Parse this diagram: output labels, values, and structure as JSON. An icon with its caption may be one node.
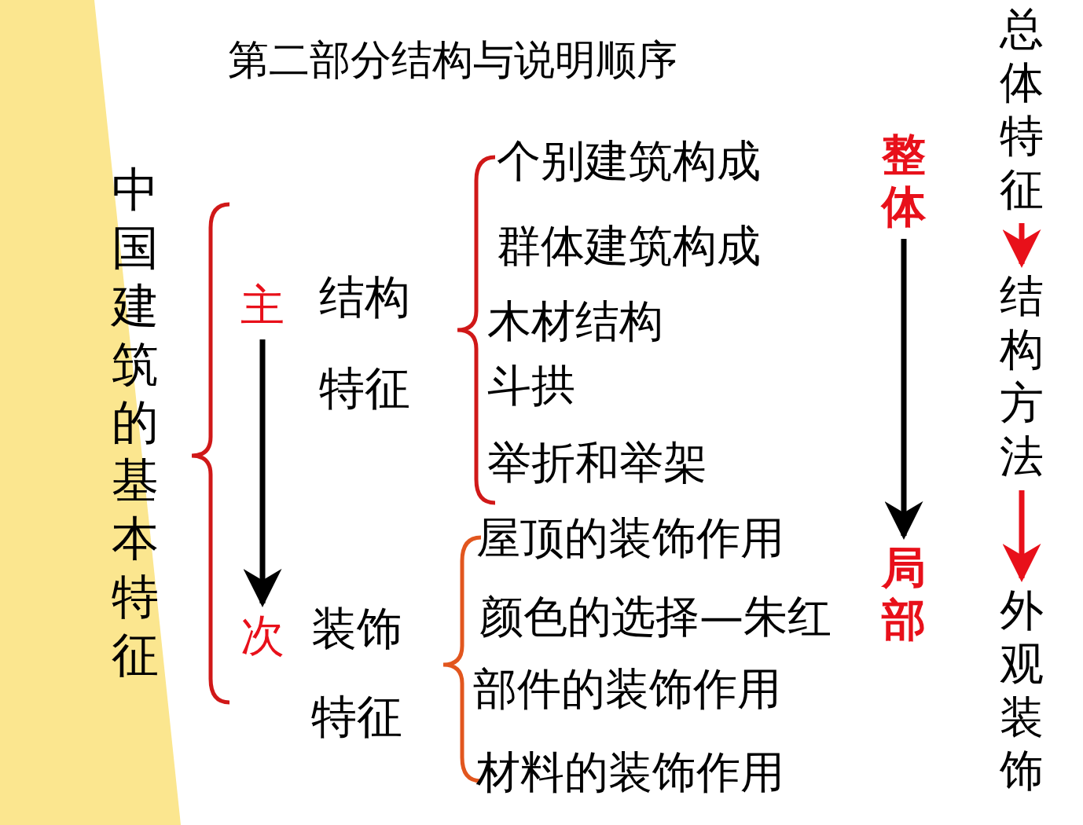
{
  "diagram": {
    "title": "第二部分结构与说明顺序",
    "nodes": [
      {
        "text": [
          "主"
        ]
      },
      {
        "text": [
          "次"
        ]
      },
      {
        "text": [
          "整体"
        ]
      },
      {
        "text": [
          "局部"
        ]
      },
      {
        "text": [
          "总体特征"
        ]
      },
      {
        "text": [
          "结构方法"
        ]
      },
      {
        "text": [
          "外观装饰"
        ]
      }
    ],
    "edges": [
      {
        "from": 0,
        "to": 1,
        "arrow": "to"
      },
      {
        "from": 2,
        "to": 3,
        "arrow": "to"
      },
      {
        "from": 4,
        "to": 5,
        "arrow": "to",
        "color": "#e8101a"
      },
      {
        "from": 5,
        "to": 6,
        "arrow": "to",
        "color": "#e8101a"
      }
    ],
    "labels": [
      "中国建筑的基本特征",
      "结构特征",
      "个别建筑构成",
      "群体建筑构成",
      "木材结构",
      "斗拱",
      "举折和举架",
      "装饰特征",
      "屋顶的装饰作用",
      "颜色的选择—朱红",
      "部件的装饰作用",
      "材料的装饰作用"
    ]
  }
}
